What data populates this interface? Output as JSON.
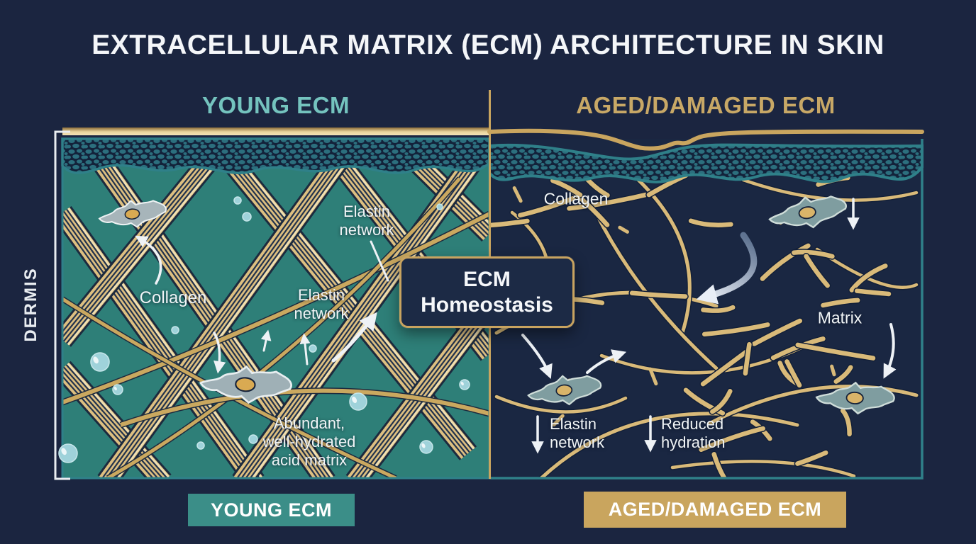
{
  "title": "EXTRACELLULAR MATRIX (ECM) ARCHITECTURE IN SKIN",
  "side_label": "DERMIS",
  "young": {
    "header": "YOUNG ECM",
    "badge": "YOUNG ECM",
    "labels": {
      "elastin_top": [
        "Elastin",
        "network"
      ],
      "collagen": "Collagen",
      "elastin_mid": [
        "Elastin",
        "network"
      ],
      "matrix_quality": [
        "Abundant,",
        "well-hydrated",
        "acid matrix"
      ]
    }
  },
  "aged": {
    "header": "AGED/DAMAGED ECM",
    "badge": "AGED/DAMAGED ECM",
    "labels": {
      "collagen": "Collagen",
      "matrix": "Matrix",
      "elastin_decline": [
        "Elastin",
        "network"
      ],
      "hydration_decline": [
        "Reduced",
        "hydration"
      ]
    }
  },
  "center_box": [
    "ECM",
    "Homeostasis"
  ],
  "colors": {
    "background": "#1b2540",
    "young_dermis": "#2e7f78",
    "aged_dermis": "#1a2742",
    "teal_accent": "#2f8089",
    "young_header_text": "#74c3be",
    "aged_header_text": "#c8a866",
    "gold_accent": "#c8a35f",
    "collagen_fiber": "#ddbf80",
    "young_badge_bg": "#3b8e88",
    "aged_badge_bg": "#c9a55e",
    "label_text": "#f0f4f6",
    "droplet": "#9fd2da",
    "cell_young": "#a7b5ba",
    "cell_aged": "#7f9da0"
  },
  "icons": {
    "fibroblast_cell": "spindle-cell",
    "water_droplet": "circle",
    "down_arrow": "↓",
    "up_arrow": "↑",
    "dermis_bracket": "[",
    "epidermis_texture": "cobblestone"
  }
}
